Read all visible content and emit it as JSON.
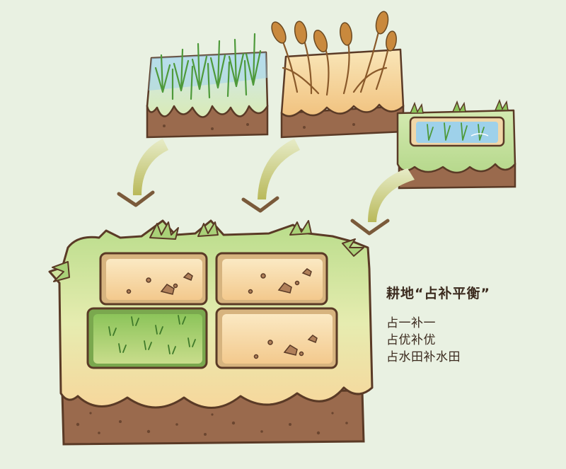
{
  "caption": {
    "title": "耕地“占补平衡”",
    "lines": [
      "占一补一",
      "占优补优",
      "占水田补水田"
    ]
  },
  "colors": {
    "background": "#e9f1e2",
    "grass_green": "#a9d178",
    "light_green": "#cfe4ad",
    "sand": "#f6d9a0",
    "soil": "#9a6a4d",
    "soil_dark": "#6b4630",
    "water": "#9ed1ea",
    "wheat": "#c9893d",
    "arrow": "#c9c96a",
    "text": "#3b2a1e"
  },
  "icons": [
    "rice-seedling-block",
    "wheat-field-block",
    "paddy-pond-block",
    "large-farmland-block",
    "curved-arrow"
  ]
}
